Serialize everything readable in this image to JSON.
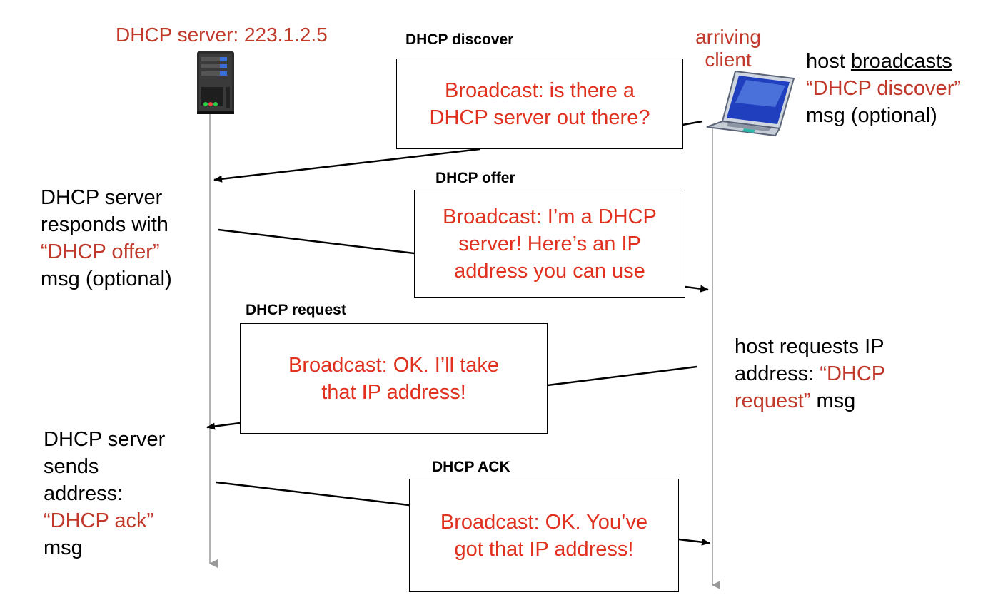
{
  "server": {
    "title": "DHCP server: 223.1.2.5",
    "icon": "server-icon"
  },
  "client": {
    "title_line1": "arriving",
    "title_line2": "client",
    "icon": "laptop-icon"
  },
  "colors": {
    "accent_red": "#c0392b",
    "box_text_red": "#e0301e",
    "timeline_gray": "#999999"
  },
  "messages": [
    {
      "name": "DHCP discover",
      "text": "Broadcast: is there a\nDHCP server out there?"
    },
    {
      "name": "DHCP offer",
      "text": "Broadcast: I’m a DHCP\nserver! Here’s an IP\naddress you can use"
    },
    {
      "name": "DHCP request",
      "text": "Broadcast: OK.  I’ll take\nthat IP address!"
    },
    {
      "name": "DHCP ACK",
      "text": "Broadcast: OK.  You’ve\ngot that IP address!"
    }
  ],
  "annotations": {
    "discover": {
      "l1_a": "host ",
      "l1_b": "broadcasts",
      "l2": "“DHCP discover”",
      "l3": "msg (optional)"
    },
    "offer": {
      "l1": "DHCP server",
      "l2": "responds with",
      "l3": "“DHCP offer”",
      "l4": "msg (optional)"
    },
    "request": {
      "l1": "host requests IP",
      "l2_a": "address: ",
      "l2_b": "“DHCP",
      "l3_a": "request”",
      "l3_b": " msg"
    },
    "ack": {
      "l1": "DHCP server",
      "l2": "sends",
      "l3": "address:",
      "l4": "“DHCP ack”",
      "l5": "msg"
    }
  }
}
